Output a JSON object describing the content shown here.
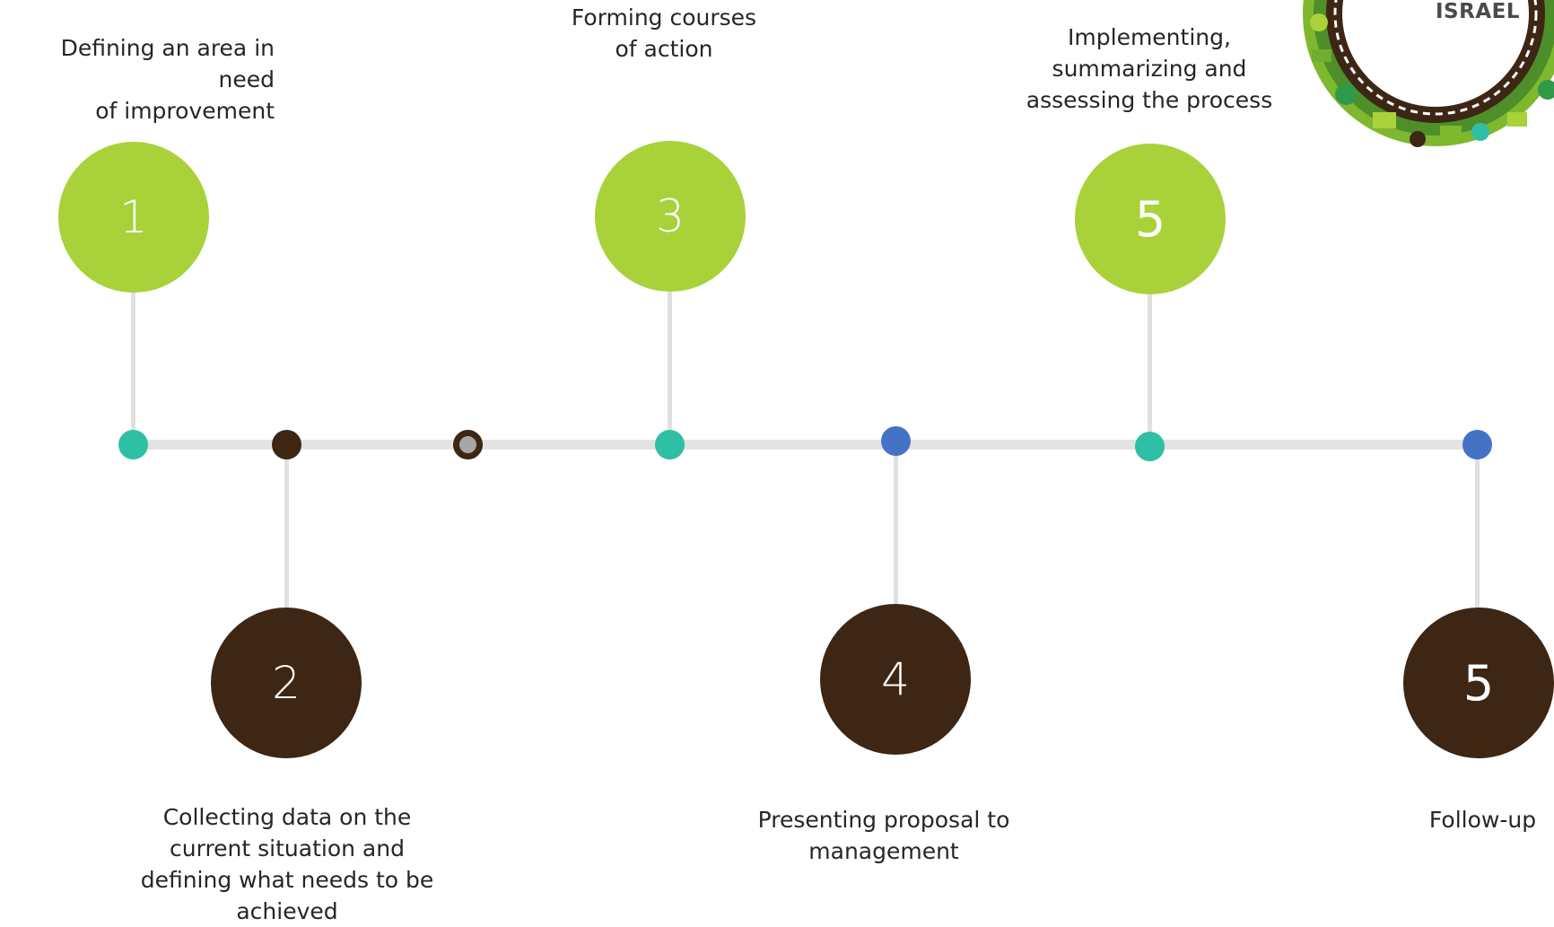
{
  "logo": {
    "text": "ISRAEL"
  },
  "steps": [
    {
      "number": "1",
      "label": "Defining an area in need\nof improvement"
    },
    {
      "number": "2",
      "label": "Collecting data on the\ncurrent situation and\ndefining what needs to be\nachieved"
    },
    {
      "number": "3",
      "label": "Forming courses\nof action"
    },
    {
      "number": "4",
      "label": "Presenting proposal to\nmanagement"
    },
    {
      "number": "5",
      "label": "Implementing,\nsummarizing and\nassessing the process"
    },
    {
      "number": "5",
      "label": "Follow-up"
    }
  ],
  "colors": {
    "green": "#a9d13a",
    "brown": "#3d2614",
    "teal": "#2fbfa5",
    "blue": "#4472c4",
    "axis": "#e3e3e3"
  }
}
